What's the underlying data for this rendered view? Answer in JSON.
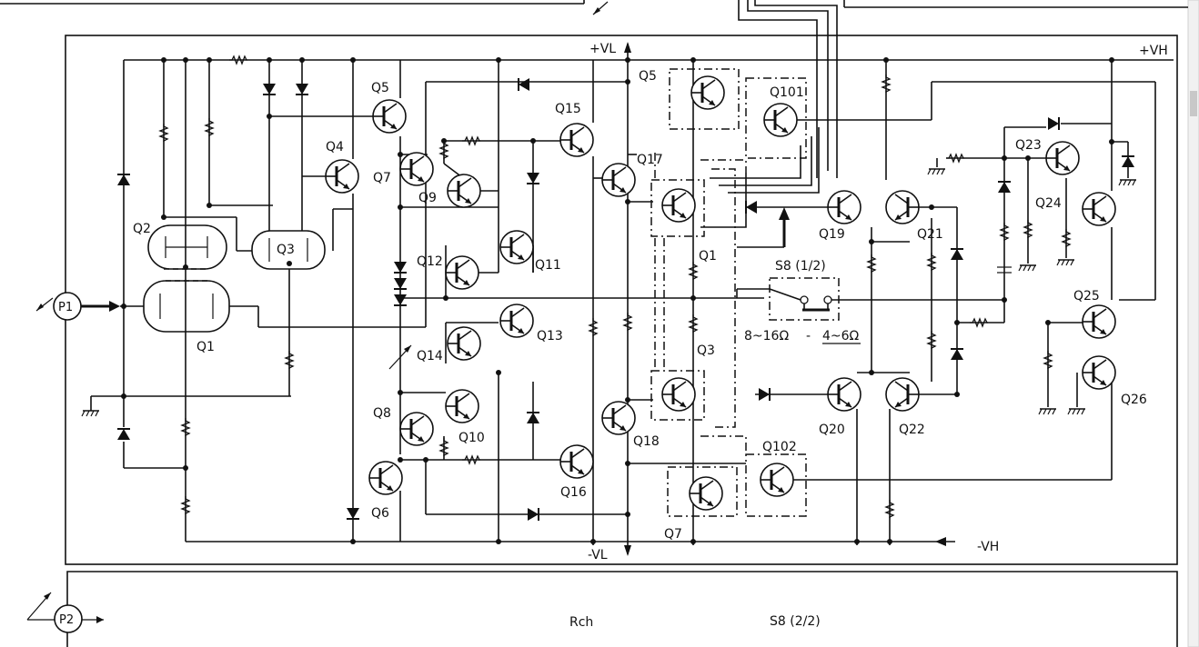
{
  "rails": {
    "vl_pos": "+VL",
    "vl_neg": "-VL",
    "vh_pos": "+VH",
    "vh_neg": "-VH"
  },
  "ports": {
    "p1": "P1",
    "p2": "P2"
  },
  "lower_panel": {
    "channel": "Rch",
    "switch": "S8 (2/2)"
  },
  "switch": {
    "name": "S8 (1/2)",
    "setting_a": "8~16Ω",
    "separator": "-",
    "setting_b": "4~6Ω"
  },
  "transistors": {
    "q1": "Q1",
    "q2": "Q2",
    "q3": "Q3",
    "q4": "Q4",
    "q5": "Q5",
    "q6": "Q6",
    "q7": "Q7",
    "q8": "Q8",
    "q9": "Q9",
    "q10": "Q10",
    "q11": "Q11",
    "q12": "Q12",
    "q13": "Q13",
    "q14": "Q14",
    "q15": "Q15",
    "q16": "Q16",
    "q17": "Q17",
    "q18": "Q18",
    "q19": "Q19",
    "q20": "Q20",
    "q21": "Q21",
    "q22": "Q22",
    "q23": "Q23",
    "q24": "Q24",
    "q25": "Q25",
    "q26": "Q26",
    "q101": "Q101",
    "q102": "Q102",
    "out_q5": "Q5",
    "out_q1": "Q1",
    "out_q3": "Q3",
    "out_q7": "Q7"
  }
}
